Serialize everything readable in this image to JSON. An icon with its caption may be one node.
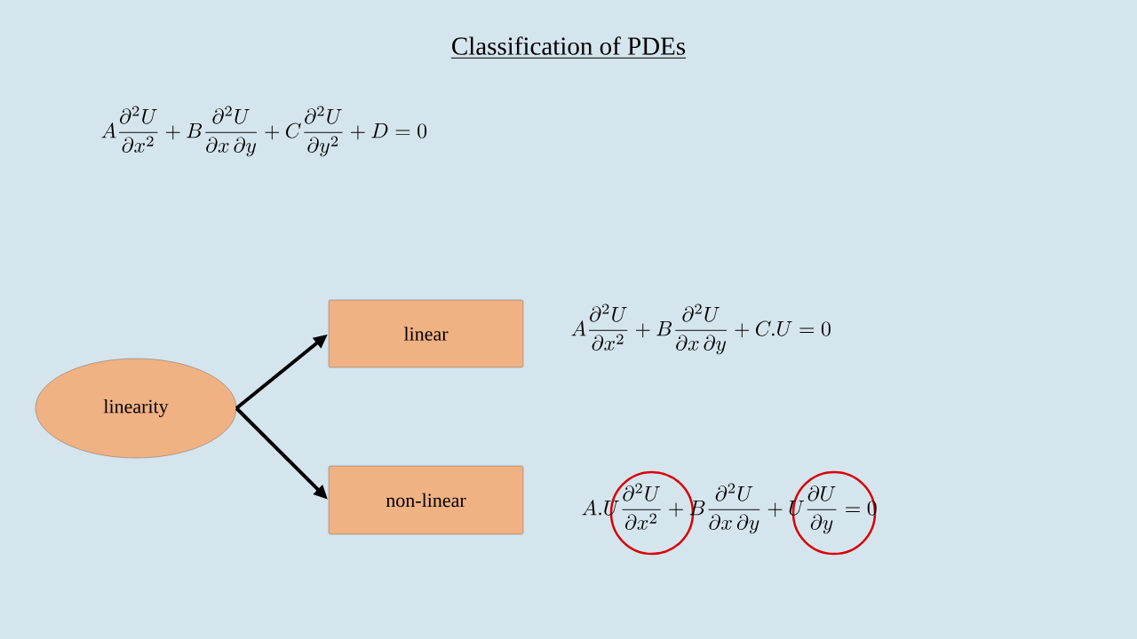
{
  "diagram": {
    "title": "Classification of PDEs",
    "nodes": [
      {
        "text": [
          "linearity"
        ]
      },
      {
        "text": [
          "linear"
        ]
      },
      {
        "text": [
          "non-linear"
        ]
      }
    ],
    "edges": [
      {
        "from": 0,
        "to": 1,
        "arrow": "to"
      },
      {
        "from": 0,
        "to": 2,
        "arrow": "to"
      }
    ],
    "labels": [
      "A\\frac{\\partial^2 U}{\\partial x^2}+B\\frac{\\partial^2 U}{\\partial x\\,\\partial y}+C\\frac{\\partial^2 U}{\\partial y^2}+D=0",
      "A\\frac{\\partial^2 U}{\\partial x^2}+B\\frac{\\partial^2 U}{\\partial x\\,\\partial y}+C.U=0",
      "A.U\\frac{\\partial^2 U}{\\partial x^2}+B\\frac{\\partial^2 U}{\\partial x\\,\\partial y}+U\\frac{\\partial U}{\\partial y}=0"
    ]
  }
}
